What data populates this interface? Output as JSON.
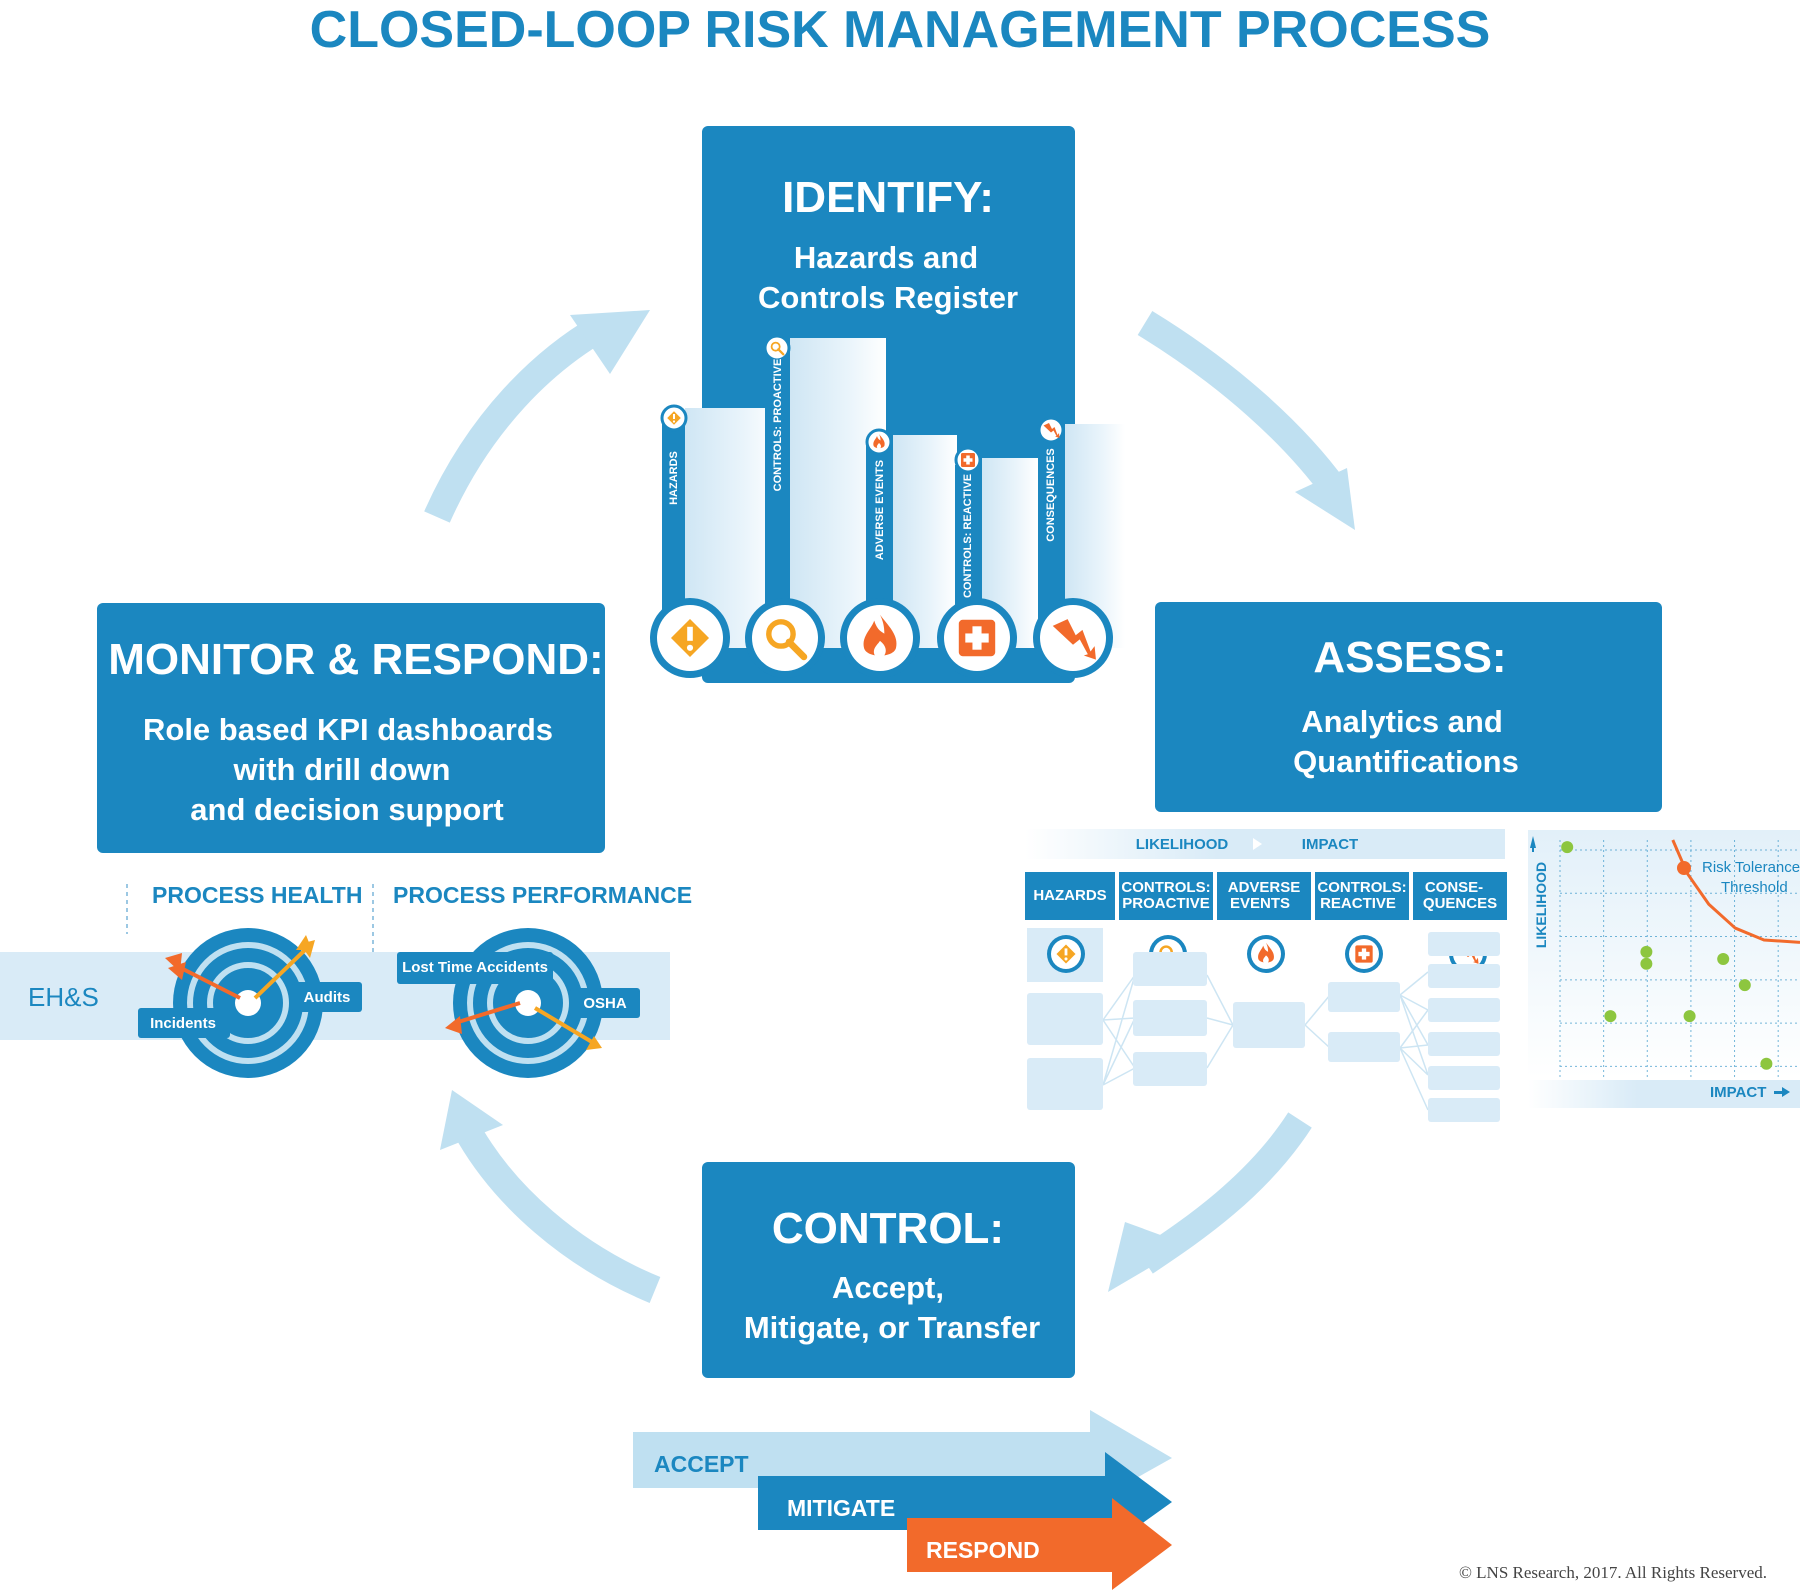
{
  "title": "CLOSED-LOOP RISK MANAGEMENT PROCESS",
  "identify": {
    "heading": "IDENTIFY:",
    "line1": "Hazards and",
    "line2": "Controls Register",
    "bars": [
      {
        "label": "HAZARDS",
        "icon": "warning-icon",
        "value": 0.68
      },
      {
        "label": "CONTROLS: PROACTIVE",
        "icon": "magnifier-icon",
        "value": 1.0
      },
      {
        "label": "ADVERSE EVENTS",
        "icon": "fire-icon",
        "value": 0.56
      },
      {
        "label": "CONTROLS: REACTIVE",
        "icon": "first-aid-icon",
        "value": 0.47
      },
      {
        "label": "CONSEQUENCES",
        "icon": "lightning-icon",
        "value": 0.6
      }
    ]
  },
  "assess": {
    "heading": "ASSESS:",
    "line1": "Analytics and",
    "line2": "Quantifications",
    "flow_left": "LIKELIHOOD",
    "flow_right": "IMPACT",
    "columns": [
      {
        "line1": "HAZARDS",
        "line2": "",
        "icon": "warning-icon"
      },
      {
        "line1": "CONTROLS:",
        "line2": "PROACTIVE",
        "icon": "magnifier-icon"
      },
      {
        "line1": "ADVERSE",
        "line2": "EVENTS",
        "icon": "fire-icon"
      },
      {
        "line1": "CONTROLS:",
        "line2": "REACTIVE",
        "icon": "first-aid-icon"
      },
      {
        "line1": "CONSE-",
        "line2": "QUENCES",
        "icon": "lightning-icon"
      }
    ],
    "chart": {
      "ylabel": "LIKELIHOOD",
      "xlabel": "IMPACT",
      "legend_line1": "Risk Tolerance",
      "legend_line2": "Threshold"
    }
  },
  "chart_data": {
    "type": "scatter",
    "title": "",
    "xlabel": "IMPACT",
    "ylabel": "LIKELIHOOD",
    "xlim": [
      0,
      10
    ],
    "ylim": [
      0,
      10
    ],
    "grid": true,
    "series": [
      {
        "name": "",
        "color": "#8dc63f",
        "points": [
          [
            0.3,
            9.7
          ],
          [
            3.6,
            5.3
          ],
          [
            3.6,
            4.8
          ],
          [
            2.1,
            2.6
          ],
          [
            5.4,
            2.6
          ],
          [
            6.8,
            5.0
          ],
          [
            7.7,
            3.9
          ],
          [
            8.6,
            0.6
          ]
        ]
      }
    ],
    "threshold": {
      "name": "Risk Tolerance Threshold",
      "color": "#f26a2b",
      "points": [
        [
          4.7,
          10.0
        ],
        [
          5.3,
          8.6
        ],
        [
          6.2,
          7.3
        ],
        [
          7.3,
          6.3
        ],
        [
          8.5,
          5.8
        ],
        [
          10.0,
          5.7
        ]
      ]
    },
    "legend_position": "top-right"
  },
  "control": {
    "heading": "CONTROL:",
    "line1": "Accept,",
    "line2": "Mitigate, or Transfer",
    "arrows": [
      "ACCEPT",
      "MITIGATE",
      "RESPOND"
    ]
  },
  "monitor": {
    "heading": "MONITOR & RESPOND:",
    "line1": "Role based KPI dashboards",
    "line2": "with drill down",
    "line3": "and decision support",
    "col1": "PROCESS HEALTH",
    "col2": "PROCESS PERFORMANCE",
    "row_label": "EH&S",
    "labels": {
      "incidents": "Incidents",
      "audits": "Audits",
      "lost_time": "Lost Time Accidents",
      "osha": "OSHA"
    }
  },
  "colors": {
    "primary": "#1b87c0",
    "light": "#bfe0f1",
    "accent": "#f26a2b",
    "yellow": "#f6a623",
    "green": "#8dc63f"
  },
  "copyright": "© LNS Research, 2017. All Rights Reserved."
}
